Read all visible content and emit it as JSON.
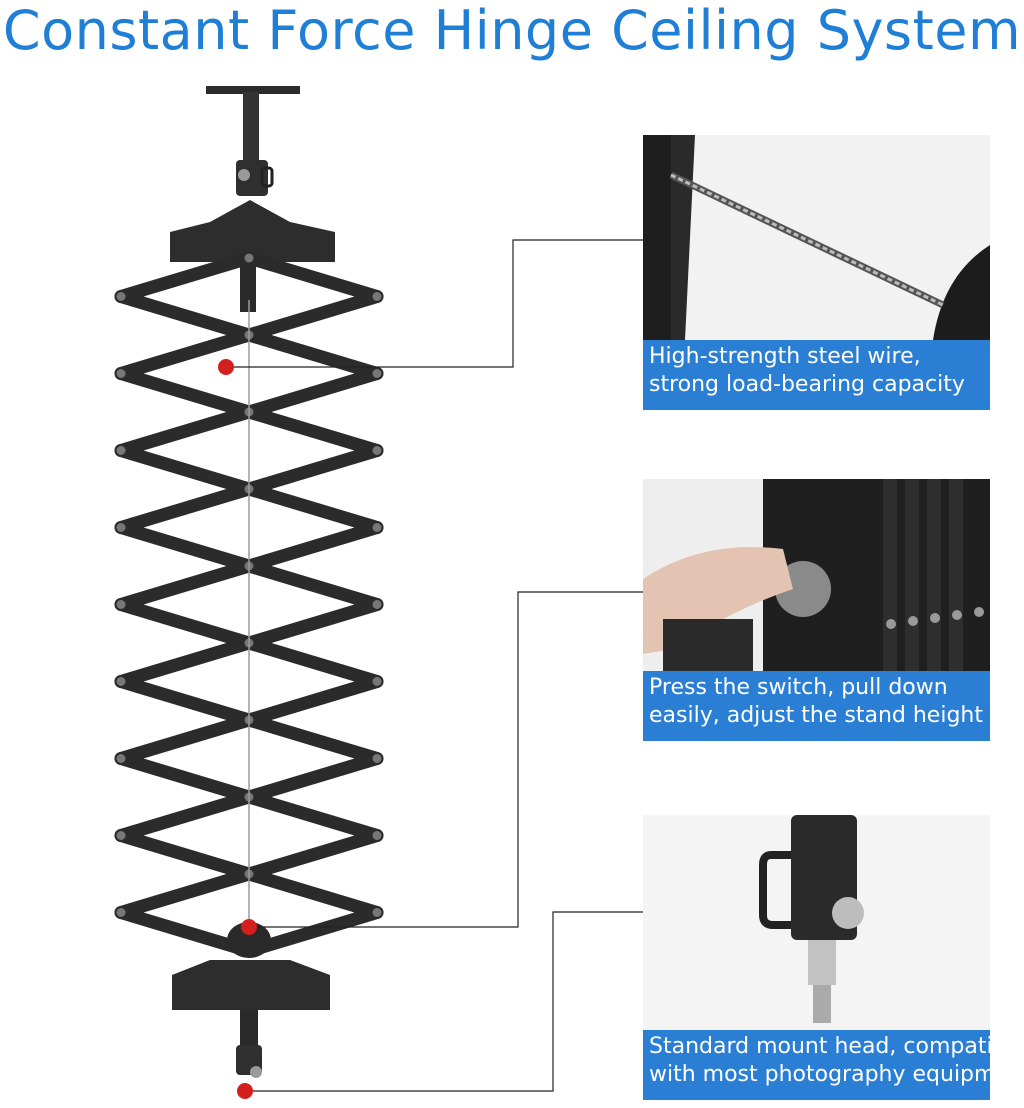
{
  "title": "Constant Force Hinge Ceiling System",
  "features": [
    {
      "line1": "High-strength steel wire,",
      "line2": "strong load-bearing capacity"
    },
    {
      "line1": "Press the switch, pull down",
      "line2": "easily, adjust the stand height"
    },
    {
      "line1": "Standard mount head, compatible",
      "line2": "with most photography equipment"
    }
  ],
  "colors": {
    "title": "#1f7fd6",
    "caption_bg": "#2a7fd4",
    "marker": "#d41f1f",
    "product": "#2b2b2b"
  }
}
